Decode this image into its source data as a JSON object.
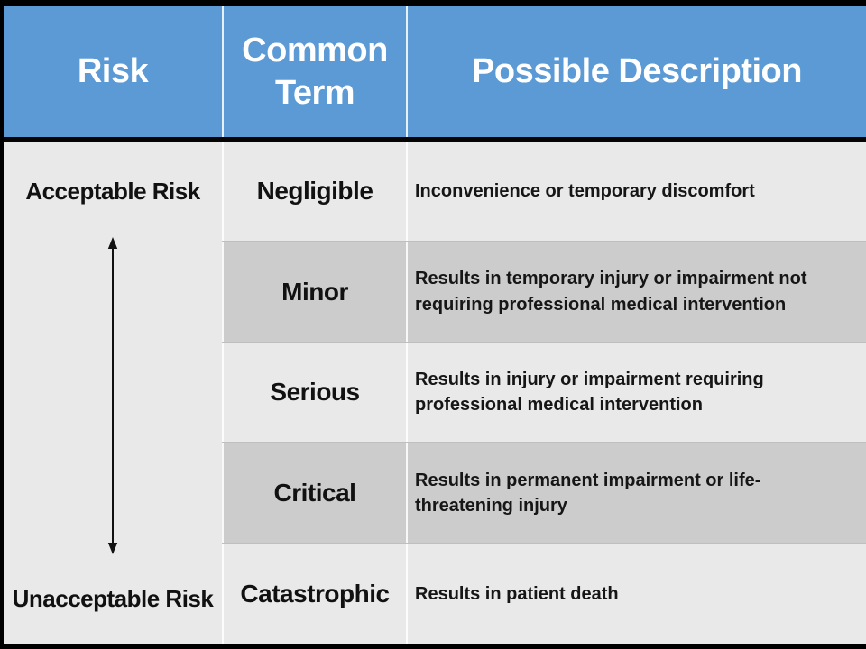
{
  "header": {
    "risk": "Risk",
    "common_term": "Common Term",
    "possible_description": "Possible Description"
  },
  "risk_scale": {
    "top_label": "Acceptable Risk",
    "bottom_label": "Unacceptable Risk",
    "arrow": "double-headed-vertical-arrow"
  },
  "rows": [
    {
      "term": "Negligible",
      "description": "Inconvenience or temporary discomfort"
    },
    {
      "term": "Minor",
      "description": "Results in temporary injury or impairment not requiring professional medical intervention"
    },
    {
      "term": "Serious",
      "description": "Results in injury or impairment requiring professional medical intervention"
    },
    {
      "term": "Critical",
      "description": "Results in permanent impairment or life-threatening injury"
    },
    {
      "term": "Catastrophic",
      "description": "Results in patient death"
    }
  ],
  "colors": {
    "header_bg": "#5B9AD5",
    "header_text": "#FFFFFF",
    "row_light": "#E9E9E9",
    "row_dark": "#CCCCCC",
    "body_text": "#161616",
    "frame": "#000000",
    "separator": "#FFFFFF"
  }
}
